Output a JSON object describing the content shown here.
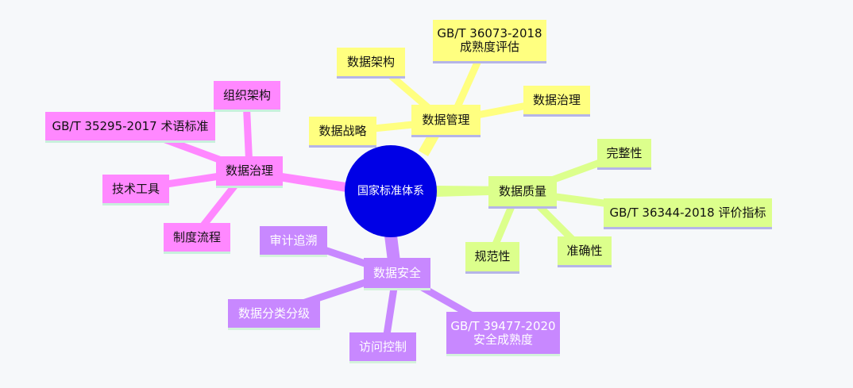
{
  "root": {
    "label": "国家标准体系"
  },
  "branches": {
    "management": {
      "label": "数据管理",
      "color": "#ffff80",
      "children": {
        "maturity": [
          "GB/T 36073-2018",
          "成熟度评估"
        ],
        "architecture": "数据架构",
        "governance": "数据治理",
        "strategy": "数据战略"
      }
    },
    "quality": {
      "label": "数据质量",
      "color": "#dcff8c",
      "children": {
        "completeness": "完整性",
        "standard": "GB/T 36344-2018 评价指标",
        "accuracy": "准确性",
        "normativity": "规范性"
      }
    },
    "governance": {
      "label": "数据治理",
      "color": "#ff88ff",
      "children": {
        "org": "组织架构",
        "terms": "GB/T 35295-2017 术语标准",
        "tools": "技术工具",
        "process": "制度流程"
      }
    },
    "security": {
      "label": "数据安全",
      "color": "#c888ff",
      "children": {
        "audit": "审计追溯",
        "classification": "数据分类分级",
        "access": "访问控制",
        "maturity": [
          "GB/T 39477-2020",
          "安全成熟度"
        ]
      }
    }
  }
}
